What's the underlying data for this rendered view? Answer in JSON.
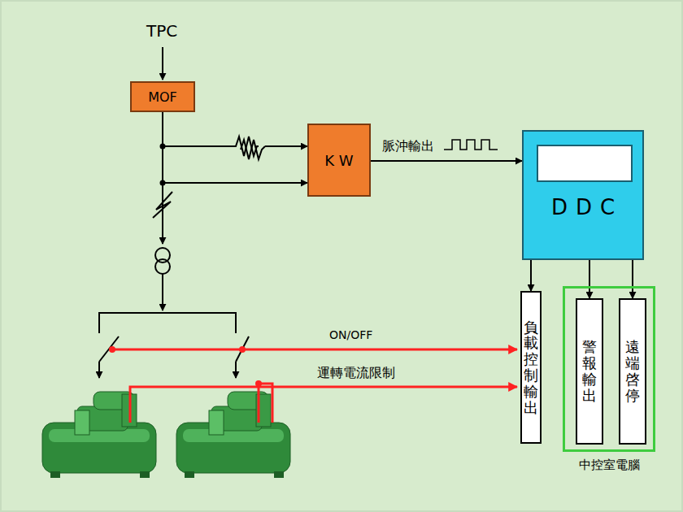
{
  "diagram": {
    "nodes": [
      {
        "text": [
          "MOF"
        ]
      },
      {
        "text": [
          "K W"
        ]
      },
      {
        "text": [
          "DDC"
        ]
      },
      {
        "text": [
          "負載控制輸出"
        ]
      },
      {
        "text": [
          "中控室電腦"
        ]
      },
      {
        "text": [
          "警報輸出"
        ],
        "in": 4
      },
      {
        "text": [
          "遠端啓停"
        ],
        "in": 4
      }
    ],
    "edges": [
      {
        "from": 0,
        "to": 1,
        "arrow": "to"
      },
      {
        "from": 0,
        "to": 1,
        "arrow": "to"
      },
      {
        "from": 1,
        "to": 2,
        "label": "脈沖輸出",
        "arrow": "to"
      },
      {
        "from": 2,
        "to": 3,
        "arrow": "to"
      },
      {
        "from": 2,
        "to": 5,
        "arrow": "to"
      },
      {
        "from": 2,
        "to": 6,
        "arrow": "to"
      }
    ],
    "labels": [
      "TPC",
      "ON/OFF",
      "運轉電流限制"
    ]
  }
}
